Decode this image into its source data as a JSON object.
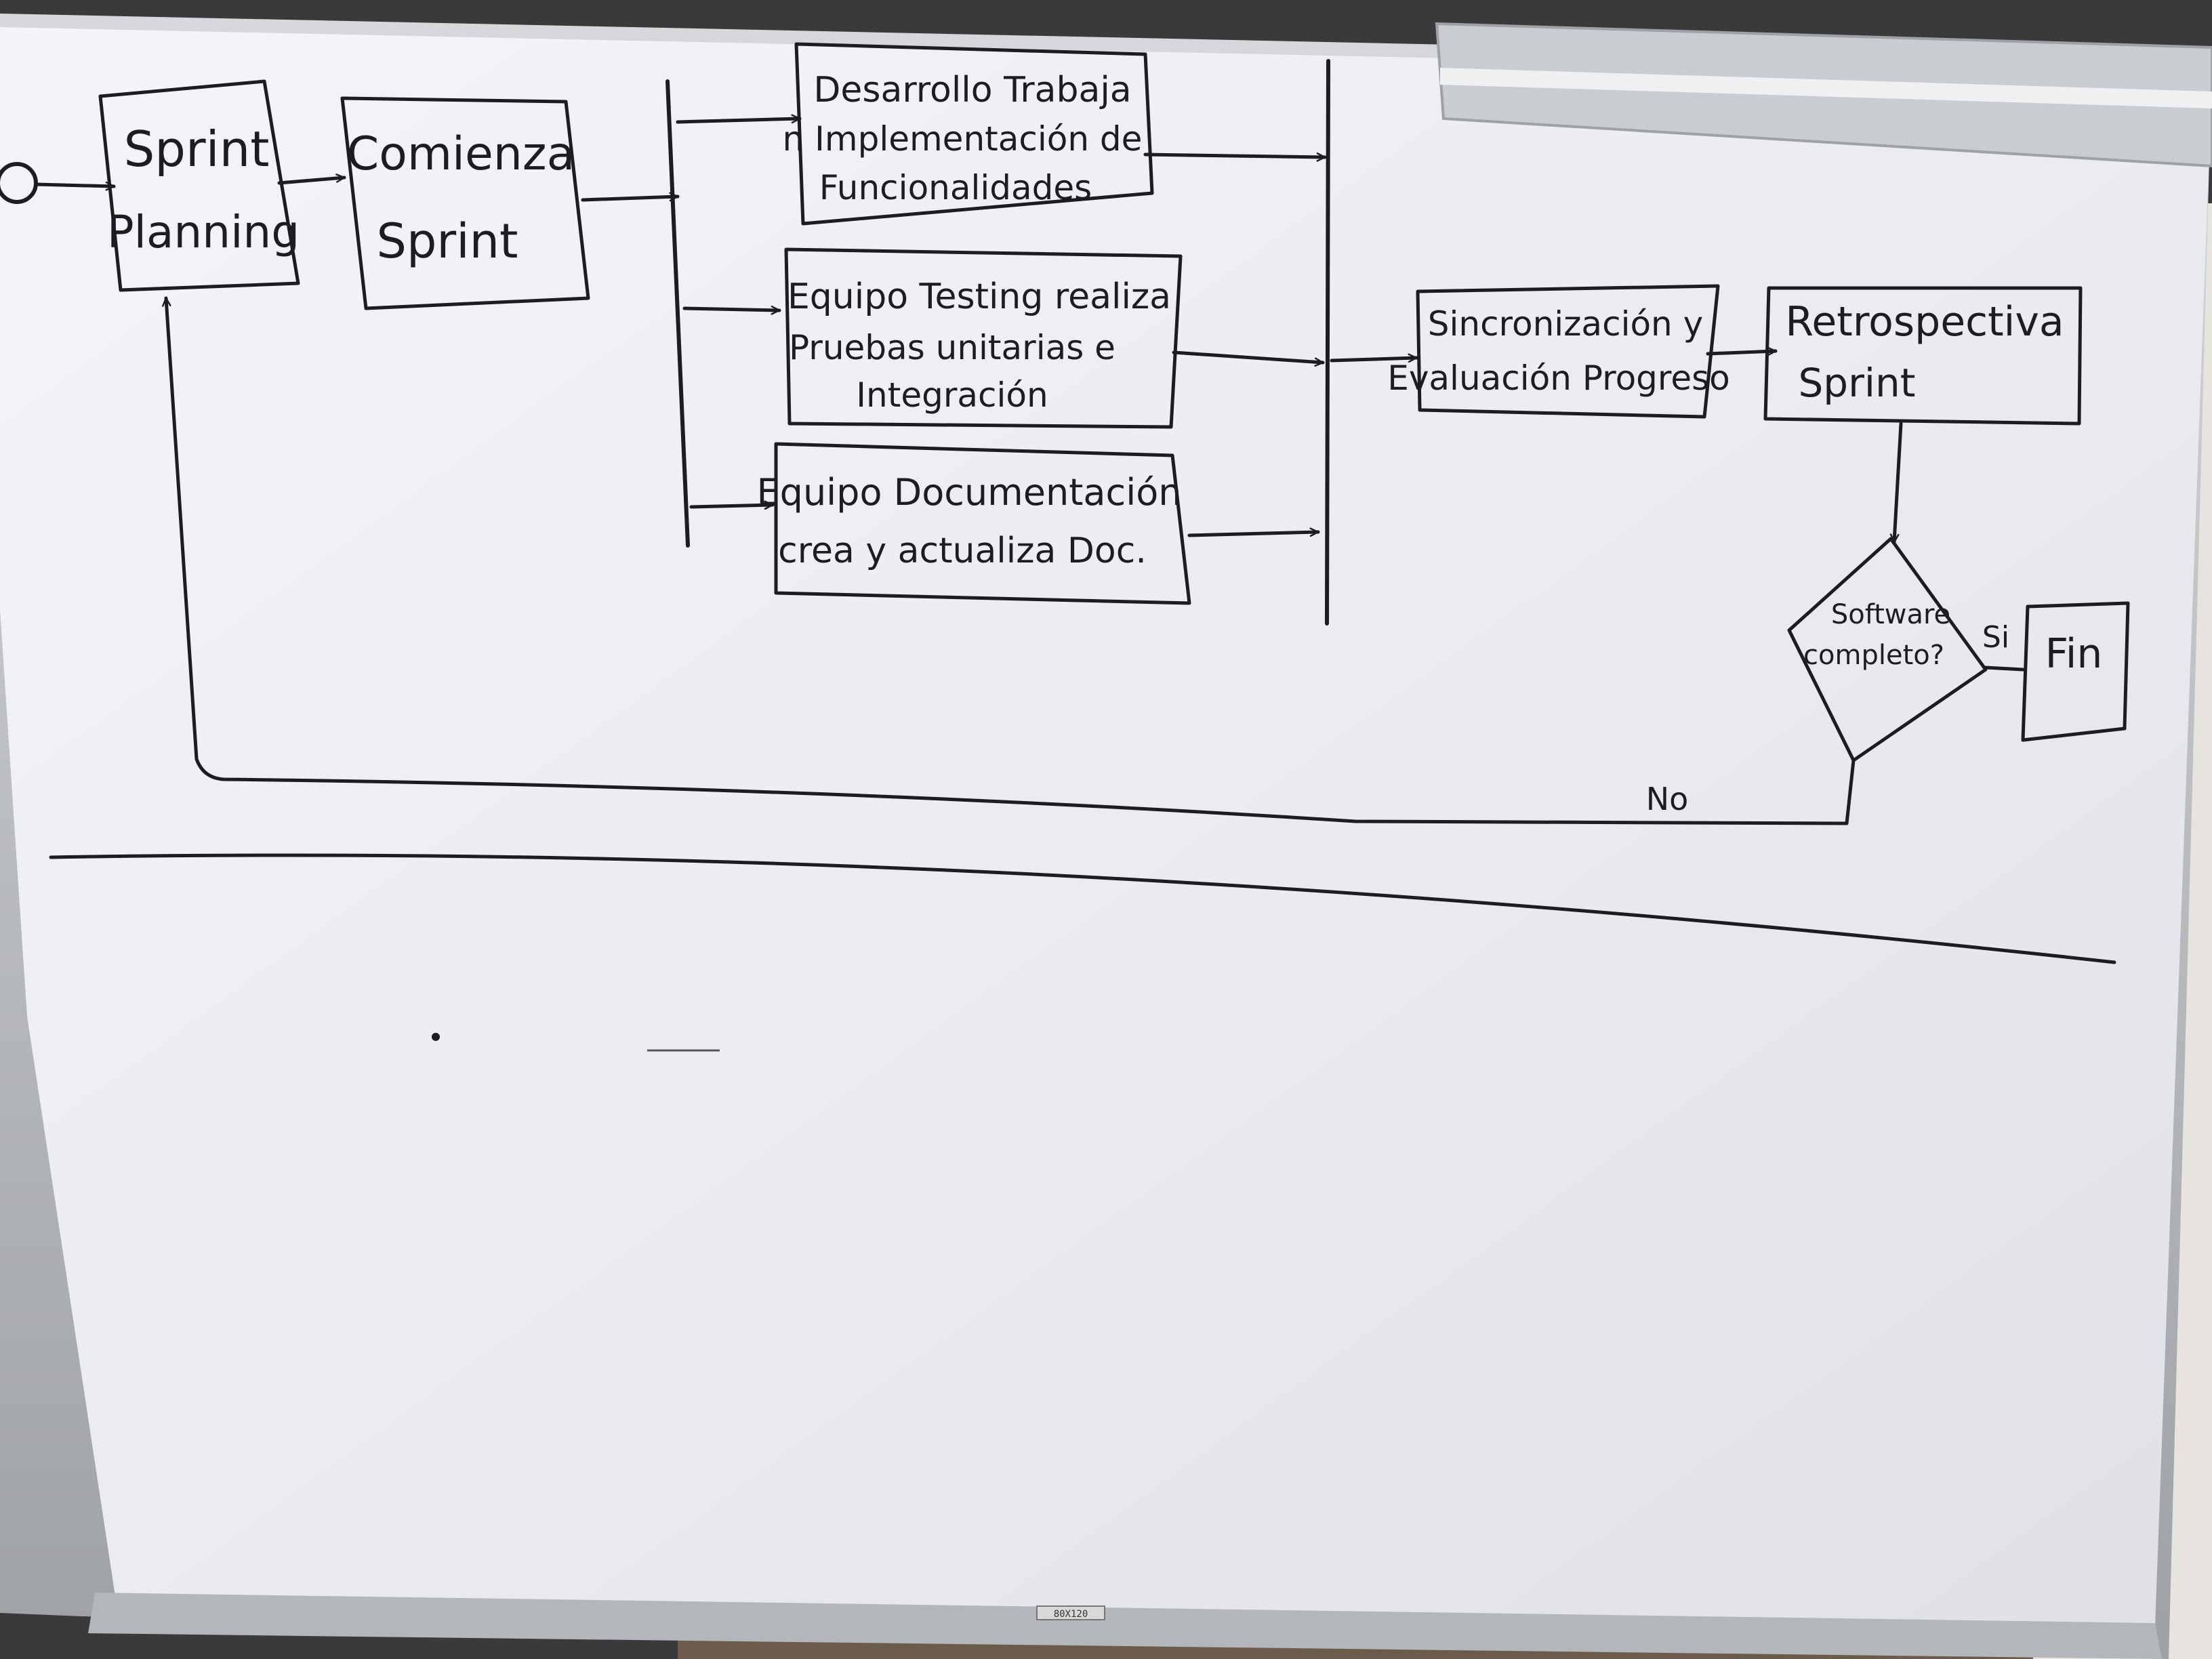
{
  "diagram": {
    "nodes": {
      "sprint_planning": [
        "Sprint",
        "Planning"
      ],
      "comienza_sprint": [
        "Comienza",
        "Sprint"
      ],
      "desarrollo": [
        "Desarrollo Trabaja",
        "n Implementación de",
        "Funcionalidades"
      ],
      "testing": [
        "Equipo Testing realiza",
        "Pruebas unitarias e",
        "Integración"
      ],
      "documentacion": [
        "Equipo Documentación",
        "crea y actualiza Doc."
      ],
      "sincronizacion": [
        "Sincronización y",
        "Evaluación Progreso"
      ],
      "retrospectiva": [
        "Retrospectiva",
        "Sprint"
      ],
      "decision": [
        "Software",
        "completo?"
      ],
      "fin": [
        "Fin"
      ]
    },
    "edge_labels": {
      "yes": "Si",
      "no": "No"
    }
  },
  "board": {
    "label_strip": "80X120",
    "colors": {
      "board": "#eef0f4",
      "ink": "#1d1d1f",
      "frame": "#b9bcc0",
      "wall": "#3a3a3a"
    }
  }
}
